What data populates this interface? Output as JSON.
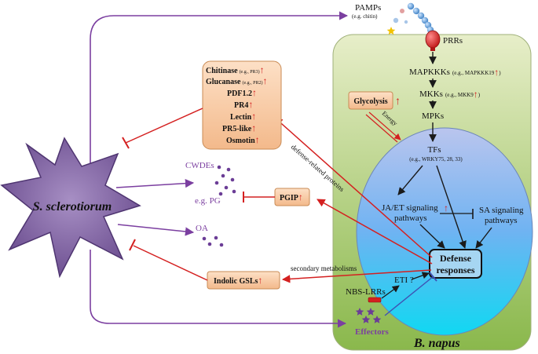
{
  "pathogen": {
    "name": "S. sclerotiorum"
  },
  "host": {
    "name": "B. napus"
  },
  "pamps": {
    "label": "PAMPs",
    "example": "(e.g. chitin)"
  },
  "signaling": {
    "prrs": "PRRs",
    "mapkkks": "MAPKKKs",
    "mapkkks_example": "(e.g., MAPKKK19",
    "mapkkks_close": ")",
    "mkks": "MKKs",
    "mkks_example": "(e.g., MKK9",
    "mkks_close": ")",
    "mpks": "MPKs",
    "tfs": "TFs",
    "tfs_example": "(e.g., WRKY75, 28, 33)",
    "ja_et_line1": "JA/ET signaling",
    "ja_et_line2": "pathways",
    "sa_line1": "SA signaling",
    "sa_line2": "pathways",
    "defense_line1": "Defense",
    "defense_line2": "responses",
    "eti": "ETI ?",
    "nbs_lrrs": "NBS-LRRs",
    "effectors": "Effectors"
  },
  "glycolysis": {
    "label": "Glycolysis",
    "energy": "Energy"
  },
  "prs": {
    "items": [
      {
        "name": "Chitinase",
        "example": "(e.g., PR3)"
      },
      {
        "name": "Glucanase",
        "example": "(e.g., PR2)"
      },
      {
        "name": "PDF1.2",
        "example": ""
      },
      {
        "name": "PR4",
        "example": ""
      },
      {
        "name": "Lectin",
        "example": ""
      },
      {
        "name": "PR5-like",
        "example": ""
      },
      {
        "name": "Osmotin",
        "example": ""
      }
    ]
  },
  "virulence": {
    "cwdes": "CWDEs",
    "pg": "e.g. PG",
    "oa": "OA"
  },
  "pgip": {
    "label": "PGIP"
  },
  "gsls": {
    "label": "Indolic GSLs"
  },
  "annotations": {
    "defense_proteins": "defense-related proteins",
    "secondary": "secondary metabolisms"
  },
  "colors": {
    "purple": "#7b3fa0",
    "red": "#d42020",
    "green_top": "#e4ecc4",
    "green_bottom": "#8fba52",
    "blue_top": "#b7c6ec",
    "blue_bottom": "#16d6f2",
    "orange_box": "#f6c8a0",
    "dark": "#1a1a1a"
  }
}
